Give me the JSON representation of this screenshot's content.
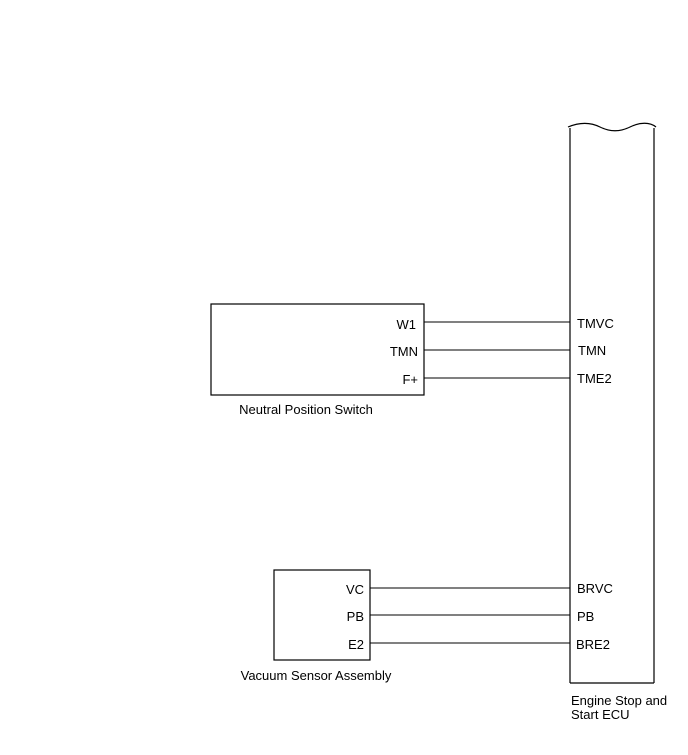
{
  "components": {
    "neutral_switch": {
      "name": "Neutral Position Switch",
      "pins": [
        "W1",
        "TMN",
        "F+"
      ]
    },
    "vacuum_sensor": {
      "name": "Vacuum Sensor Assembly",
      "pins": [
        "VC",
        "PB",
        "E2"
      ]
    },
    "ecu": {
      "name_line1": "Engine Stop and",
      "name_line2": "Start ECU",
      "pins": [
        "TMVC",
        "TMN",
        "TME2",
        "BRVC",
        "PB",
        "BRE2"
      ]
    }
  }
}
